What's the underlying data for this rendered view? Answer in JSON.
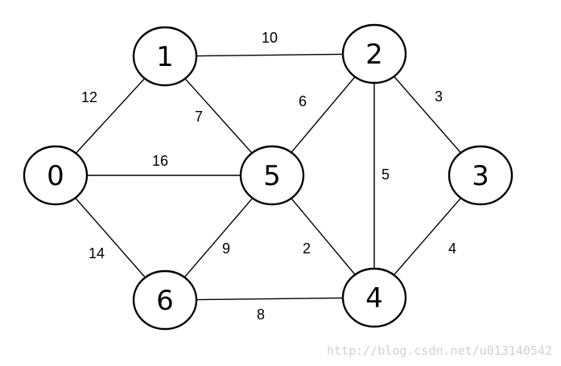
{
  "graph": {
    "nodes": [
      {
        "id": "0",
        "label": "0"
      },
      {
        "id": "1",
        "label": "1"
      },
      {
        "id": "2",
        "label": "2"
      },
      {
        "id": "3",
        "label": "3"
      },
      {
        "id": "4",
        "label": "4"
      },
      {
        "id": "5",
        "label": "5"
      },
      {
        "id": "6",
        "label": "6"
      }
    ],
    "edges": [
      {
        "from": "1",
        "to": "2",
        "weight": "10"
      },
      {
        "from": "0",
        "to": "1",
        "weight": "12"
      },
      {
        "from": "1",
        "to": "5",
        "weight": "7"
      },
      {
        "from": "2",
        "to": "5",
        "weight": "6"
      },
      {
        "from": "2",
        "to": "3",
        "weight": "3"
      },
      {
        "from": "0",
        "to": "5",
        "weight": "16"
      },
      {
        "from": "2",
        "to": "4",
        "weight": "5"
      },
      {
        "from": "0",
        "to": "6",
        "weight": "14"
      },
      {
        "from": "5",
        "to": "6",
        "weight": "9"
      },
      {
        "from": "5",
        "to": "4",
        "weight": "2"
      },
      {
        "from": "3",
        "to": "4",
        "weight": "4"
      },
      {
        "from": "6",
        "to": "4",
        "weight": "8"
      }
    ]
  },
  "watermark": "http://blog.csdn.net/u013140542"
}
